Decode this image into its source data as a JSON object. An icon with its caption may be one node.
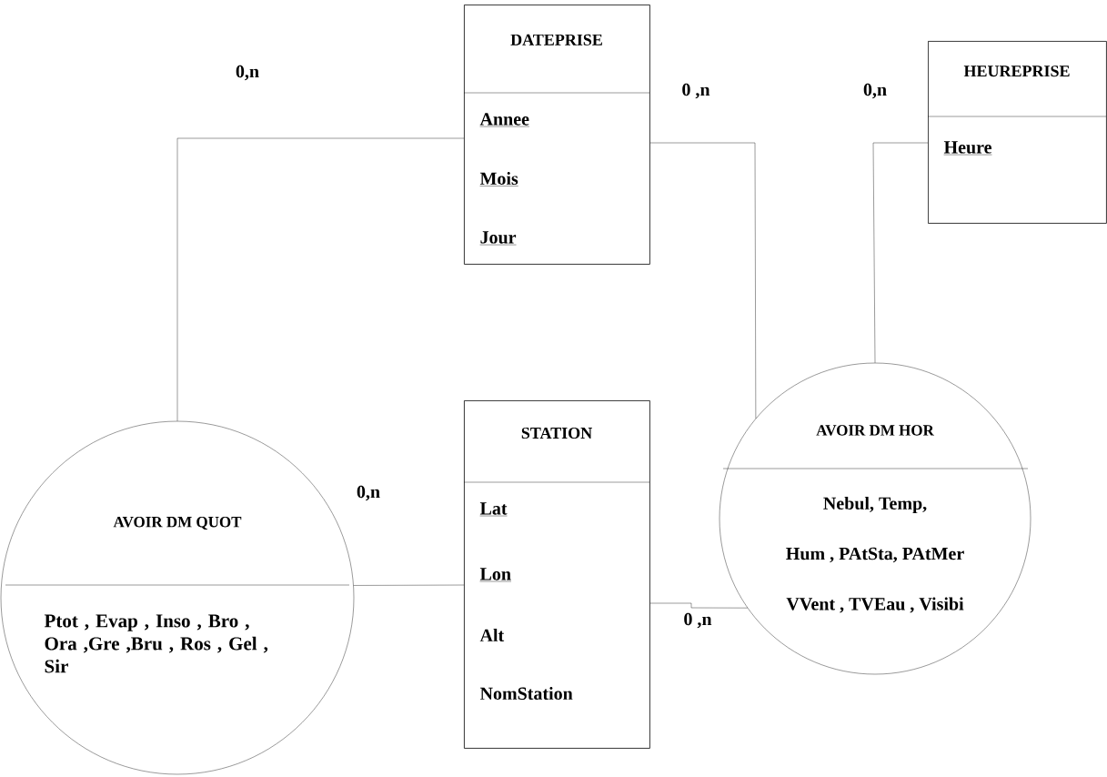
{
  "diagram": {
    "nodes": [
      {
        "text": [
          "DATEPRISE",
          "Annee",
          "Mois",
          "Jour"
        ]
      },
      {
        "text": [
          "HEUREPRISE",
          "Heure"
        ]
      },
      {
        "text": [
          "STATION",
          "Lat",
          "Lon",
          "Alt",
          "NomStation"
        ]
      },
      {
        "text": [
          "AVOIR DM QUOT",
          "Ptot , Evap , Inso , Bro , Ora ,Gre ,Bru , Ros , Gel , Sir"
        ]
      },
      {
        "text": [
          "AVOIR DM HOR",
          "Nebul, Temp,",
          "Hum , PAtSta, PAtMer",
          "VVent , TVEau , Visibi"
        ]
      }
    ],
    "edges": [
      {
        "from": 0,
        "to": 3,
        "arrow": "none",
        "label": "0,n"
      },
      {
        "from": 0,
        "to": 4,
        "arrow": "none",
        "label": "0 ,n"
      },
      {
        "from": 1,
        "to": 4,
        "arrow": "none",
        "label": "0,n"
      },
      {
        "from": 2,
        "to": 3,
        "arrow": "none",
        "label": "0,n"
      },
      {
        "from": 2,
        "to": 4,
        "arrow": "none",
        "label": "0 ,n"
      }
    ]
  }
}
